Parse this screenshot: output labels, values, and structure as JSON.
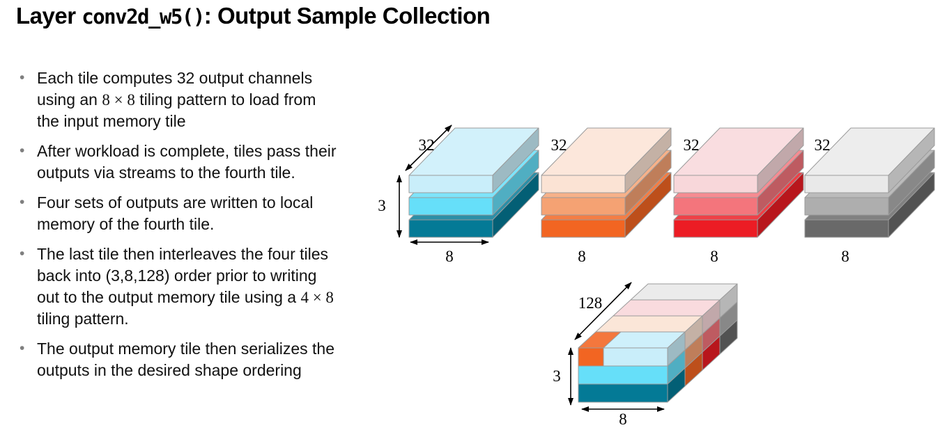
{
  "title": {
    "prefix": "Layer ",
    "code": "conv2d_w5()",
    "suffix": ": Output Sample Collection"
  },
  "bullet_char": "•",
  "bullets": [
    {
      "lines": [
        [
          {
            "text": "Each tile computes 32 output channels"
          }
        ],
        [
          {
            "text": "using an "
          },
          {
            "text": "8 × 8",
            "math": true
          },
          {
            "text": " tiling pattern to load from"
          }
        ],
        [
          {
            "text": "the input memory tile"
          }
        ]
      ]
    },
    {
      "lines": [
        [
          {
            "text": "After workload is complete, tiles pass their"
          }
        ],
        [
          {
            "text": "outputs via streams to the fourth tile."
          }
        ]
      ]
    },
    {
      "lines": [
        [
          {
            "text": "Four sets of outputs are written to local"
          }
        ],
        [
          {
            "text": "memory of the fourth tile."
          }
        ]
      ]
    },
    {
      "lines": [
        [
          {
            "text": "The last tile then interleaves the four tiles"
          }
        ],
        [
          {
            "text": "back into (3,8,128) order prior to writing"
          }
        ],
        [
          {
            "text": "out to the output memory tile using a "
          },
          {
            "text": "4 × 8",
            "math": true
          }
        ],
        [
          {
            "text": "tiling pattern."
          }
        ]
      ]
    },
    {
      "lines": [
        [
          {
            "text": "The output memory tile then serializes the"
          }
        ],
        [
          {
            "text": "outputs in the desired shape ordering"
          }
        ]
      ]
    }
  ],
  "diagram": {
    "edge_color": "#9B9B9B",
    "tiles": [
      {
        "name": "tile-1-cyan",
        "colors": {
          "light": "#C9EEFA",
          "mid": "#66DFF9",
          "dark": "#047A96"
        },
        "labels": {
          "depth": "32",
          "width": "8",
          "height": "3"
        },
        "show_arrows": true
      },
      {
        "name": "tile-2-orange",
        "colors": {
          "light": "#FBE3D4",
          "mid": "#F5A273",
          "dark": "#F26522"
        },
        "labels": {
          "depth": "32",
          "width": "8"
        },
        "show_arrows": false
      },
      {
        "name": "tile-3-red",
        "colors": {
          "light": "#F8D7DA",
          "mid": "#F4757C",
          "dark": "#EC1C24"
        },
        "labels": {
          "depth": "32",
          "width": "8"
        },
        "show_arrows": false
      },
      {
        "name": "tile-4-gray",
        "colors": {
          "light": "#E9E9E9",
          "mid": "#AEAEAE",
          "dark": "#696969"
        },
        "labels": {
          "depth": "32",
          "width": "8"
        },
        "show_arrows": false
      }
    ],
    "combined": {
      "name": "interleaved-output-stack",
      "labels": {
        "depth": "128",
        "width": "8",
        "height": "3"
      },
      "inset_color": "#F26522"
    }
  }
}
